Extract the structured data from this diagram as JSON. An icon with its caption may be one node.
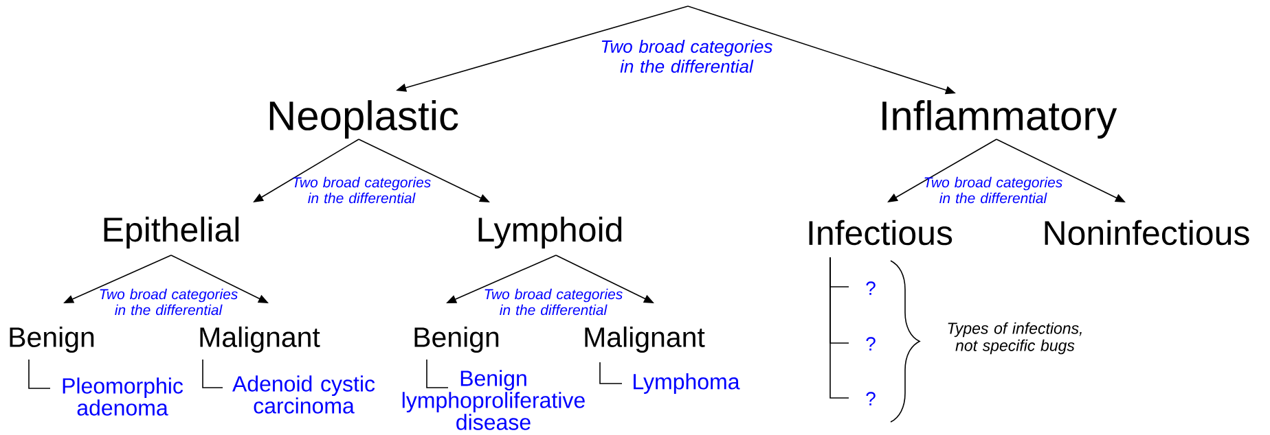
{
  "diagram": {
    "nodes": [
      {
        "text": [
          "Neoplastic"
        ]
      },
      {
        "text": [
          "Inflammatory"
        ]
      },
      {
        "text": [
          "Epithelial"
        ]
      },
      {
        "text": [
          "Lymphoid"
        ]
      },
      {
        "text": [
          "Infectious"
        ]
      },
      {
        "text": [
          "Noninfectious"
        ]
      },
      {
        "text": [
          "Benign"
        ]
      },
      {
        "text": [
          "Malignant"
        ]
      },
      {
        "text": [
          "Benign"
        ]
      },
      {
        "text": [
          "Malignant"
        ]
      },
      {
        "text": [
          "Pleomorphic adenoma"
        ]
      },
      {
        "text": [
          "Adenoid cystic carcinoma"
        ]
      },
      {
        "text": [
          "Benign lymphoproliferative disease"
        ]
      },
      {
        "text": [
          "Lymphoma"
        ]
      },
      {
        "text": [
          "?"
        ]
      },
      {
        "text": [
          "?"
        ]
      },
      {
        "text": [
          "?"
        ]
      }
    ],
    "edges": [
      {
        "from": null,
        "to": 0,
        "arrow": "to"
      },
      {
        "from": null,
        "to": 1,
        "arrow": "to"
      },
      {
        "from": 0,
        "to": 2,
        "arrow": "to"
      },
      {
        "from": 0,
        "to": 3,
        "arrow": "to"
      },
      {
        "from": 1,
        "to": 4,
        "arrow": "to"
      },
      {
        "from": 1,
        "to": 5,
        "arrow": "to"
      },
      {
        "from": 2,
        "to": 6,
        "arrow": "to"
      },
      {
        "from": 2,
        "to": 7,
        "arrow": "to"
      },
      {
        "from": 3,
        "to": 8,
        "arrow": "to"
      },
      {
        "from": 3,
        "to": 9,
        "arrow": "to"
      },
      {
        "from": 6,
        "to": 10,
        "arrow": "none"
      },
      {
        "from": 7,
        "to": 11,
        "arrow": "none"
      },
      {
        "from": 8,
        "to": 12,
        "arrow": "none"
      },
      {
        "from": 9,
        "to": 13,
        "arrow": "none"
      },
      {
        "from": 4,
        "to": 14,
        "arrow": "none"
      },
      {
        "from": 4,
        "to": 15,
        "arrow": "none"
      },
      {
        "from": 4,
        "to": 16,
        "arrow": "none"
      }
    ],
    "labels": [
      "Two broad categories in the differential",
      "Two broad categories in the differential",
      "Two broad categories in the differential",
      "Two broad categories in the differential",
      "Two broad categories in the differential",
      "Types of infections, not specific bugs"
    ]
  }
}
